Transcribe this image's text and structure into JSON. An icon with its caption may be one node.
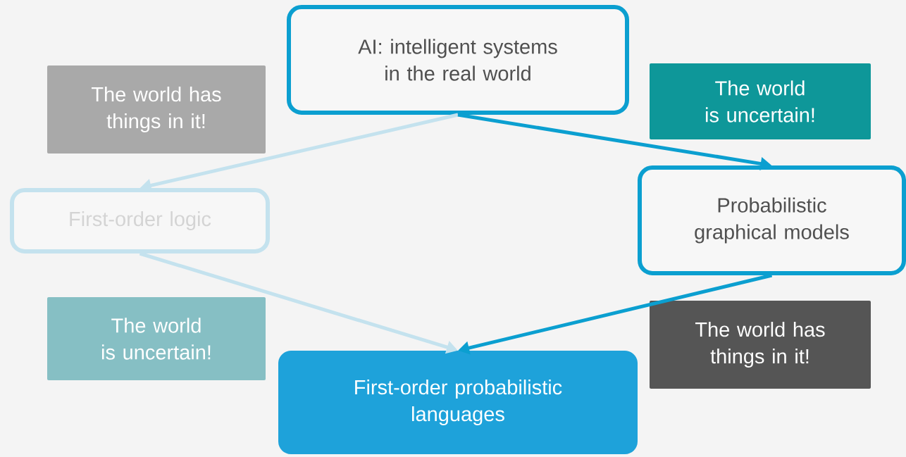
{
  "diagram": {
    "nodes": [
      {
        "text": [
          "AI: intelligent systems in the real world"
        ]
      },
      {
        "text": [
          "The world has things in it!"
        ]
      },
      {
        "text": [
          "The world is uncertain!"
        ]
      },
      {
        "text": [
          "First-order logic"
        ]
      },
      {
        "text": [
          "Probabilistic graphical models"
        ]
      },
      {
        "text": [
          "The world is uncertain!"
        ]
      },
      {
        "text": [
          "The world has things in it!"
        ]
      },
      {
        "text": [
          "First-order probabilistic languages"
        ]
      }
    ],
    "edges": [
      {
        "from": 0,
        "to": 3,
        "arrow": "to",
        "color": "#c4e2ee"
      },
      {
        "from": 0,
        "to": 4,
        "arrow": "to",
        "color": "#0b9fd0"
      },
      {
        "from": 3,
        "to": 7,
        "arrow": "to",
        "color": "#c4e2ee"
      },
      {
        "from": 4,
        "to": 7,
        "arrow": "to",
        "color": "#0b9fd0"
      }
    ]
  }
}
